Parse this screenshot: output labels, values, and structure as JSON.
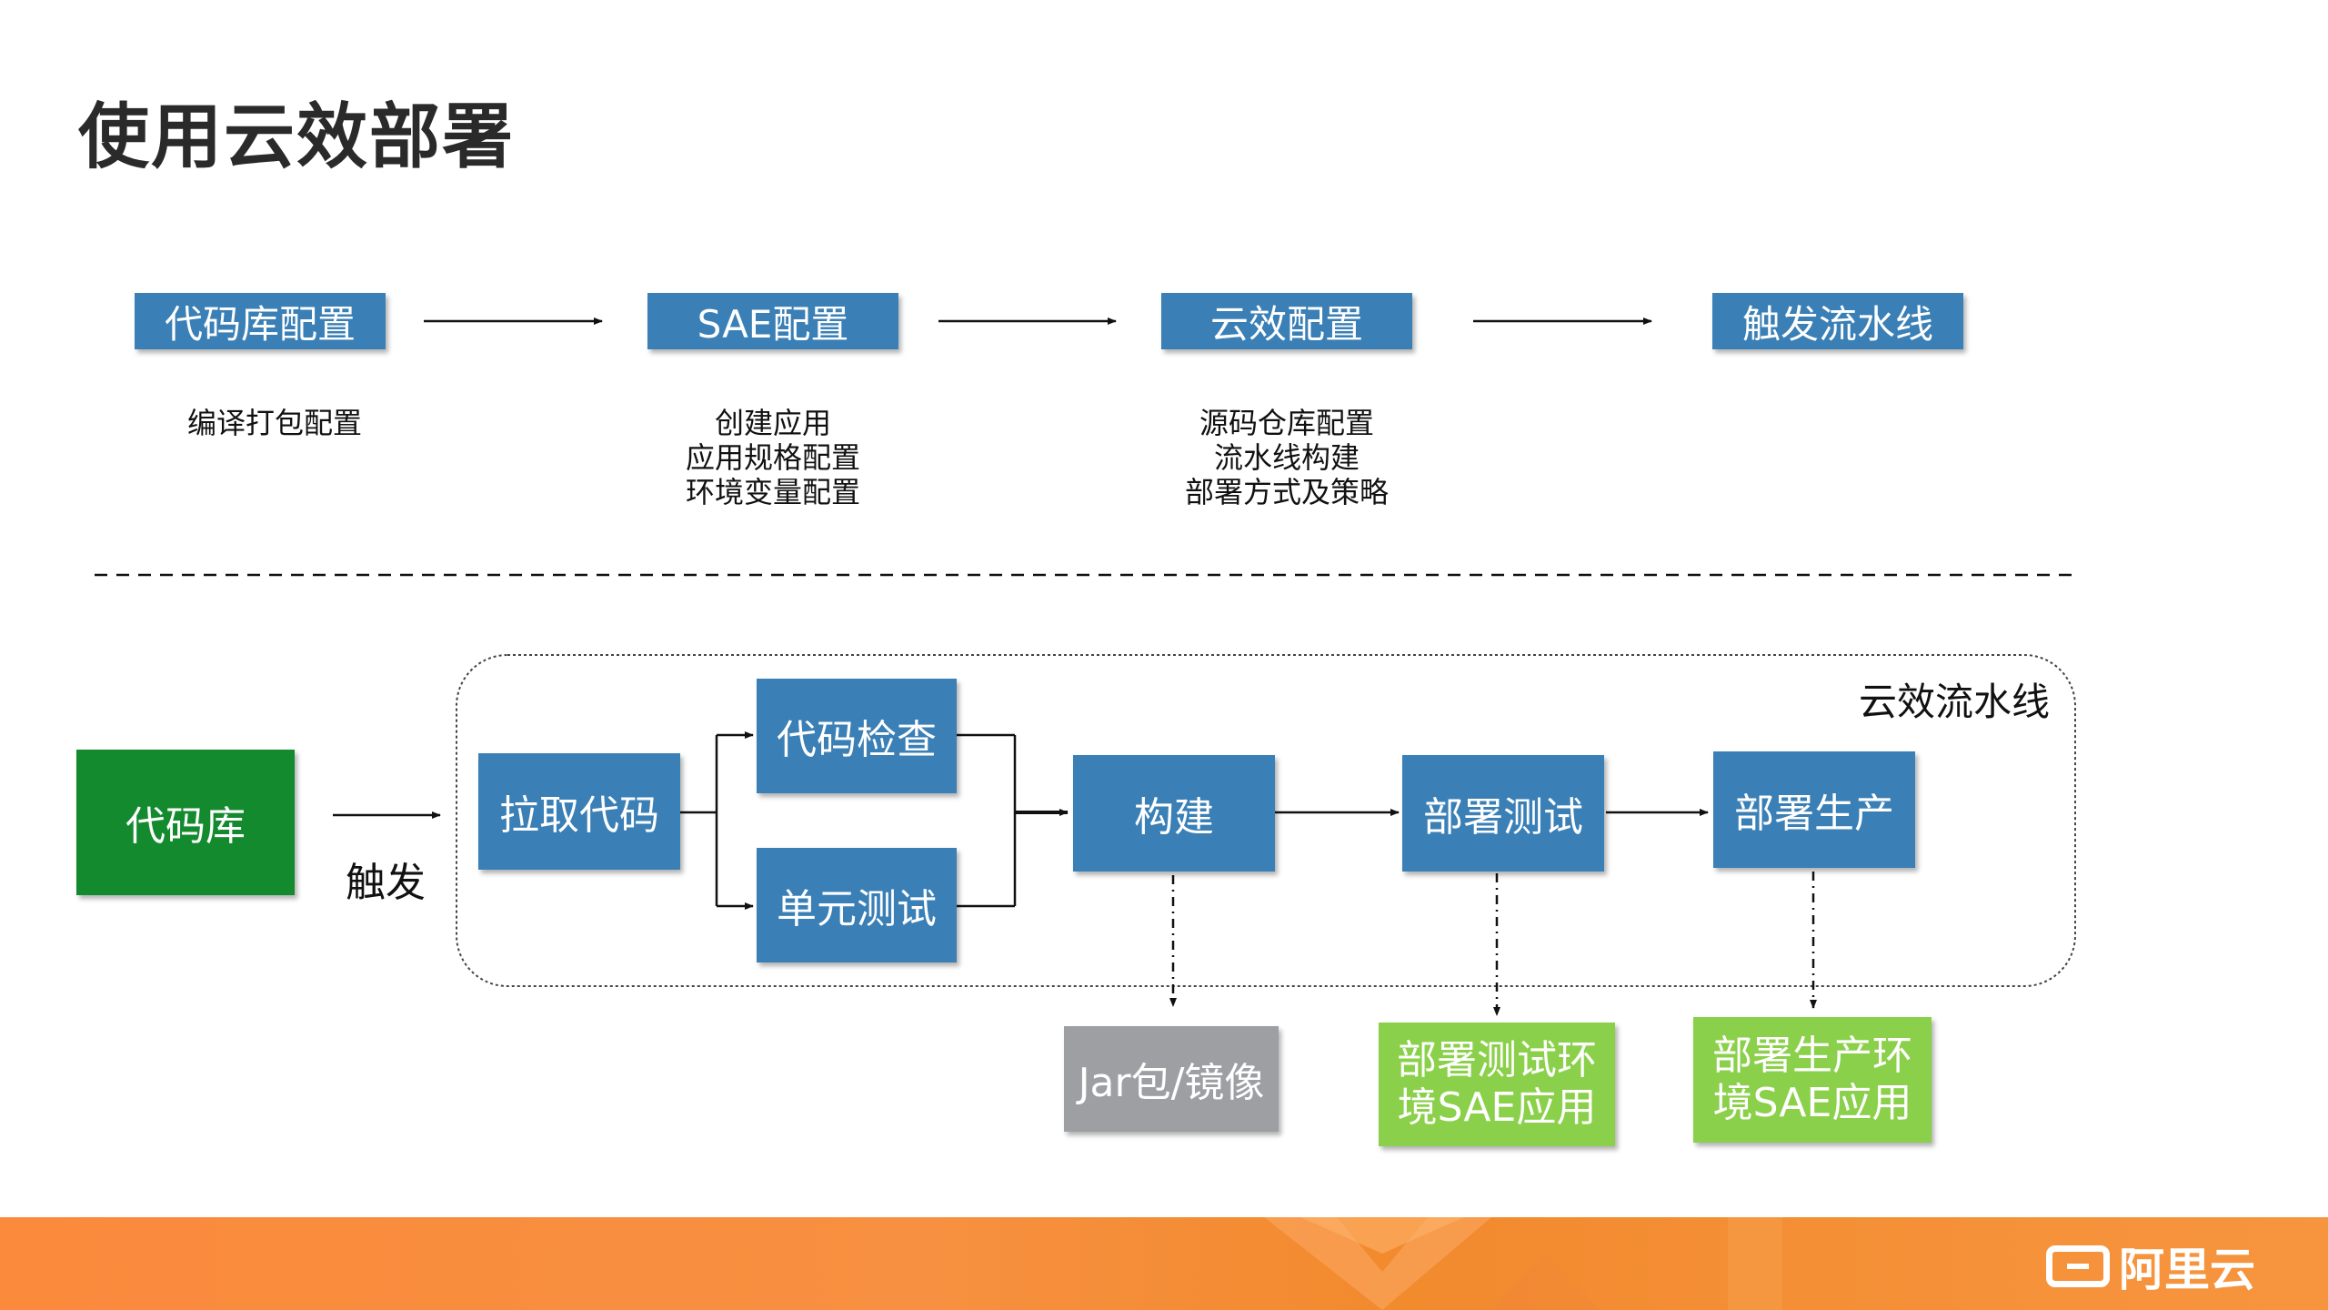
{
  "title": "使用云效部署",
  "top_row": [
    {
      "label": "代码库配置",
      "desc": [
        "编译打包配置"
      ]
    },
    {
      "label": "SAE配置",
      "desc": [
        "创建应用",
        "应用规格配置",
        "环境变量配置"
      ]
    },
    {
      "label": "云效配置",
      "desc": [
        "源码仓库配置",
        "流水线构建",
        "部署方式及策略"
      ]
    },
    {
      "label": "触发流水线",
      "desc": []
    }
  ],
  "pipeline": {
    "container_label": "云效流水线",
    "repo": "代码库",
    "trigger": "触发",
    "pull": "拉取代码",
    "check": "代码检查",
    "unit_test": "单元测试",
    "build": "构建",
    "deploy_test": "部署测试",
    "deploy_prod": "部署生产"
  },
  "outputs": {
    "artifact": "Jar包/镜像",
    "test_env": [
      "部署测试环",
      "境SAE应用"
    ],
    "prod_env": [
      "部署生产环",
      "境SAE应用"
    ]
  },
  "footer": {
    "brand": "阿里云"
  },
  "colors": {
    "blue": "#3a7fb5",
    "repo_green": "#148a2e",
    "env_green": "#8bd04a",
    "artifact_gray": "#9d9fa3",
    "footer_orange": "#f7913f"
  }
}
